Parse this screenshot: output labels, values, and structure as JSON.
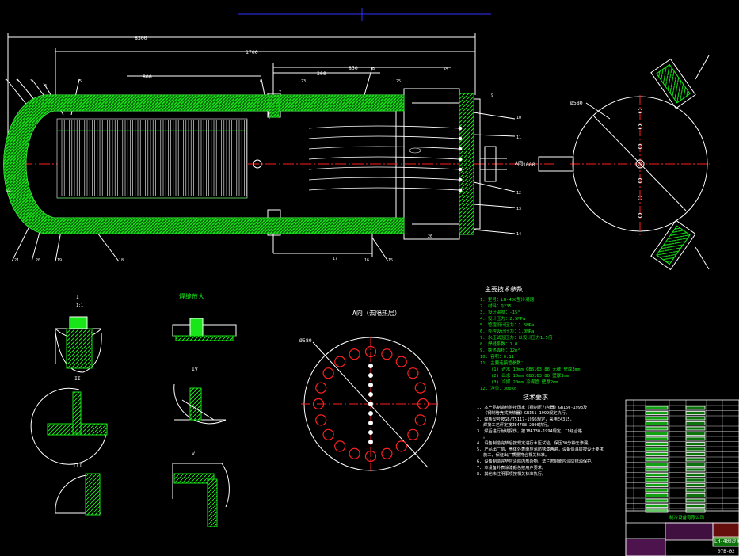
{
  "colors": {
    "background": "#000000",
    "line": "#ffffff",
    "hatch": "#19e619",
    "accent_red": "#ff2020",
    "magenta": "#ff40ff",
    "crosshair": "#3030ff"
  },
  "dimensions": {
    "overall": "8300",
    "d1700": "1700",
    "d800": "800",
    "d850": "850",
    "d300": "300",
    "d1000": "1000",
    "dia_right": "Ø580",
    "dia_bottom": "Ø580"
  },
  "balloons": [
    "1",
    "2",
    "3",
    "4",
    "5",
    "6",
    "7",
    "8",
    "9",
    "10",
    "11",
    "12",
    "13",
    "14",
    "15",
    "16",
    "17",
    "18",
    "19",
    "20",
    "21",
    "22",
    "23",
    "24",
    "25",
    "26"
  ],
  "labels": {
    "view_a": "A向",
    "view_a_bottom": "A向（去隔热层）",
    "detail_i": "I",
    "detail_ii": "II",
    "detail_iii": "III",
    "detail_iv": "IV",
    "detail_v": "V",
    "detail_weld": "焊缝放大",
    "scale": "1:1"
  },
  "specs": {
    "title": "主要技术参数",
    "items": [
      "1. 型号：LH-400型冷凝器",
      "2. 材料：Q235",
      "3. 设计温度：-15°",
      "4. 设计压力：2.5MPa",
      "5. 管程设计压力：1.5MPa",
      "6. 壳程设计压力：1.0MPa",
      "7. 水压试验压力：以设计压力1.5倍",
      "8. 焊缝系数：1.0",
      "9. 换热面积：12m²",
      "10. 容积：0.11",
      "11. 主要连接管参数："
    ],
    "subitems": [
      "(1) 进水 10mm GB8163-88 无缝 壁厚3mm",
      "(2) 出水 10mm GB8163-88 壁厚3mm",
      "(3) 冷媒 20mm 冷媒管 壁厚2mm"
    ],
    "weight": "12. 净重：300kg"
  },
  "requirements": {
    "title": "技术要求",
    "items": [
      "1. 本产品制造检验按国家《钢制压力容器》GB150-1998及《钢制管壳式换热器》GB151-1999规定执行。",
      "2. 焊条型号按GB/T5117-1995规定，采用E4315，焊接工艺评定按JB4708-2000执行。",
      "3. 焊后进行射线探伤，按JB4730-1994规定，II级合格。",
      "4. 设备制造完毕后按规定进行水压试验，保压30分钟无渗漏。",
      "5. 产品出厂前，壳体外表面应涂防锈漆两遍，设备保温层按设计要求施工，保证出厂质量符合相关标准。",
      "6. 设备制造完毕应清除内部杂物，法兰密封面应涂防锈油保护。",
      "7. 本设备外表涂漆颜色按用户要求。",
      "8. 其他未注明事项按相关标准执行。"
    ]
  },
  "titleblock": {
    "drawing_no": "LH-400冷凝器",
    "sheet": "07B-02",
    "company": "制冷设备有限公司"
  }
}
